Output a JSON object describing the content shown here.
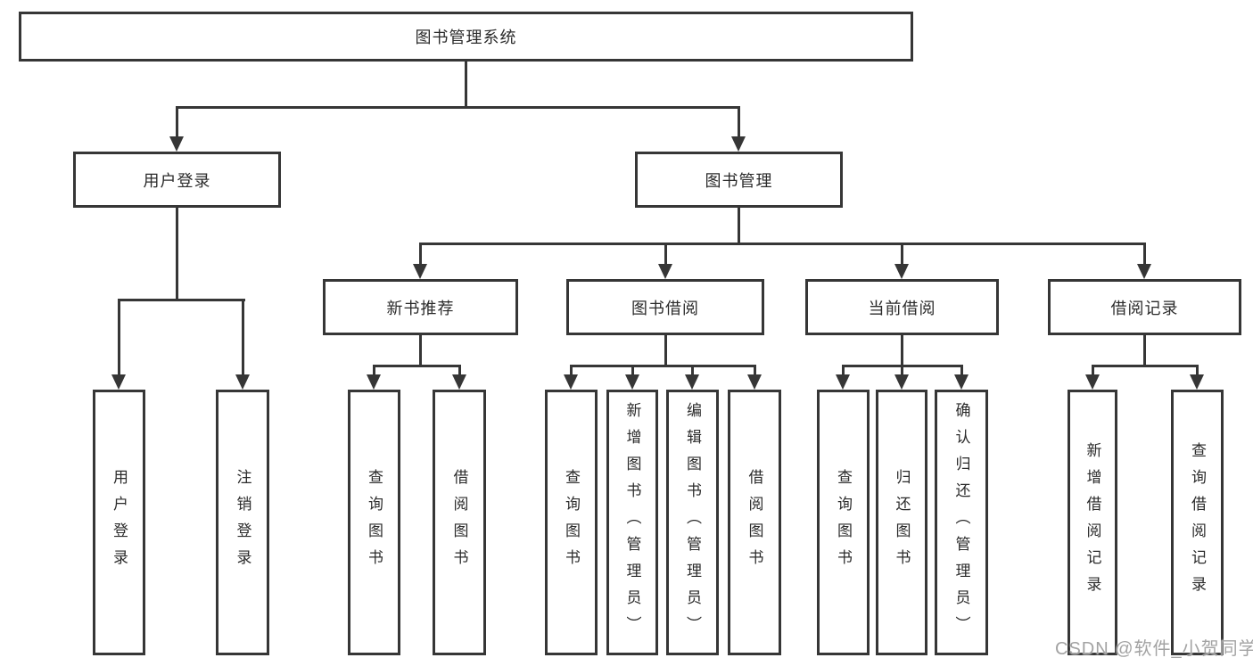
{
  "tree": {
    "title": "图书管理系统",
    "branches": [
      {
        "label": "用户登录",
        "children": [
          "用户登录",
          "注销登录"
        ]
      },
      {
        "label": "图书管理",
        "sections": [
          {
            "label": "新书推荐",
            "children": [
              "查询图书",
              "借阅图书"
            ]
          },
          {
            "label": "图书借阅",
            "children": [
              "查询图书",
              "新增图书（管理员）",
              "编辑图书（管理员）",
              "借阅图书"
            ]
          },
          {
            "label": "当前借阅",
            "children": [
              "查询图书",
              "归还图书",
              "确认归还（管理员）"
            ]
          },
          {
            "label": "借阅记录",
            "children": [
              "新增借阅记录",
              "查询借阅记录"
            ]
          }
        ]
      }
    ]
  },
  "watermark": {
    "text": "CSDN @软件_小贺同学"
  },
  "colors": {
    "line": "#363636",
    "text": "#2b2b2b",
    "watermark": "#a3a3a3",
    "background": "#ffffff"
  }
}
